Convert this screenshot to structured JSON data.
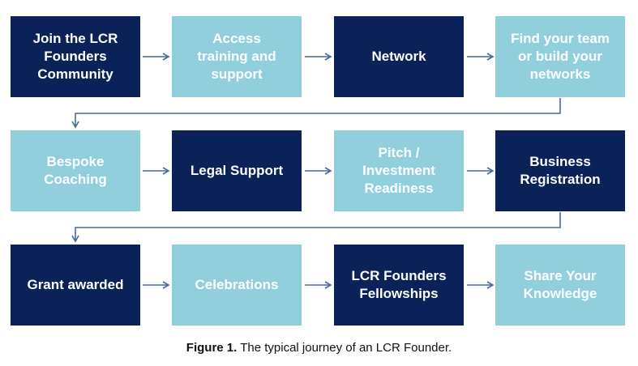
{
  "colors": {
    "dark": "#0b2258",
    "light": "#92cfdd",
    "connector": "#4a6a9a"
  },
  "rows": [
    [
      {
        "label": "Join the LCR\nFounders\nCommunity",
        "style": "dark"
      },
      {
        "label": "Access\ntraining and\nsupport",
        "style": "light"
      },
      {
        "label": "Network",
        "style": "dark"
      },
      {
        "label": "Find your team\nor build your\nnetworks",
        "style": "light"
      }
    ],
    [
      {
        "label": "Bespoke\nCoaching",
        "style": "light"
      },
      {
        "label": "Legal Support",
        "style": "dark"
      },
      {
        "label": "Pitch /\nInvestment\nReadiness",
        "style": "light"
      },
      {
        "label": "Business\nRegistration",
        "style": "dark"
      }
    ],
    [
      {
        "label": "Grant awarded",
        "style": "dark"
      },
      {
        "label": "Celebrations",
        "style": "light"
      },
      {
        "label": "LCR Founders\nFellowships",
        "style": "dark"
      },
      {
        "label": "Share Your\nKnowledge",
        "style": "light"
      }
    ]
  ],
  "caption": {
    "bold": "Figure 1.",
    "text": " The typical journey of an LCR Founder."
  }
}
